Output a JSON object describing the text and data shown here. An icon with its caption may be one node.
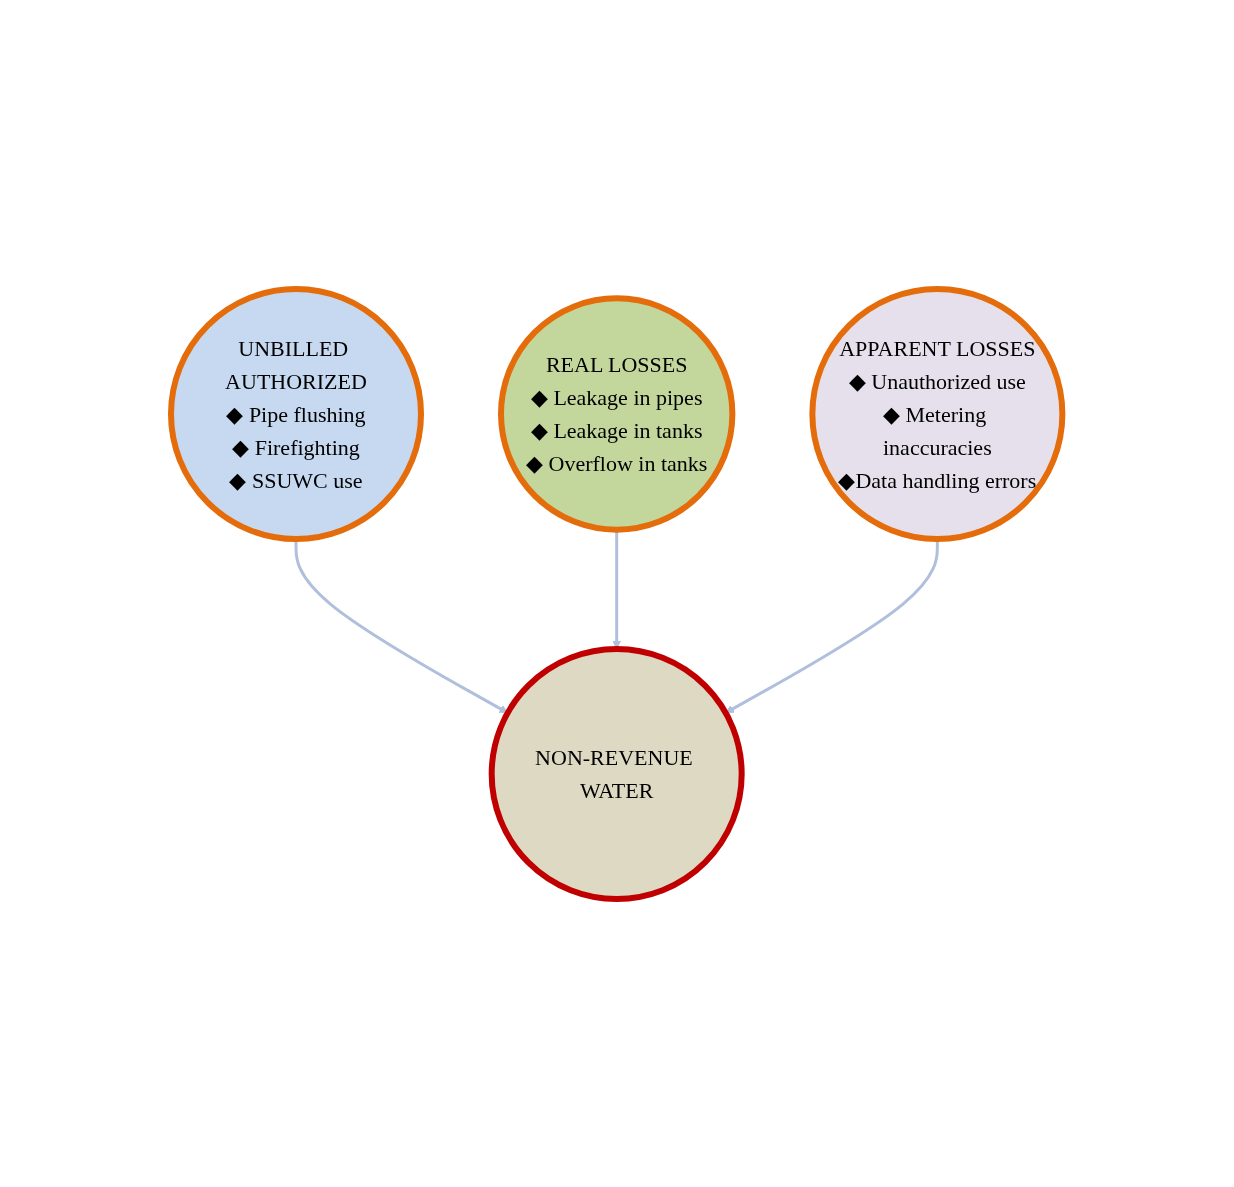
{
  "diagram": {
    "nodes": [
      {
        "text": [
          "UNBILLED AUTHORIZED",
          "◆ Pipe flushing",
          "◆ Firefighting",
          "◆ SSUWC use"
        ]
      },
      {
        "text": [
          "NON-REVENUE WATER"
        ]
      },
      {
        "text": [
          "REAL LOSSES",
          "◆ Leakage in pipes",
          "◆ Leakage in tanks",
          "◆ Overflow in tanks"
        ]
      },
      {
        "text": [
          "APPARENT LOSSES",
          "◆ Unauthorized use",
          "◆ Metering inaccuracies",
          "◆Data handling errors"
        ]
      }
    ],
    "edges": [
      {
        "from": 0,
        "to": 1,
        "arrow": "to"
      },
      {
        "from": 2,
        "to": 1,
        "arrow": "to"
      },
      {
        "from": 3,
        "to": 1,
        "arrow": "to"
      }
    ]
  }
}
